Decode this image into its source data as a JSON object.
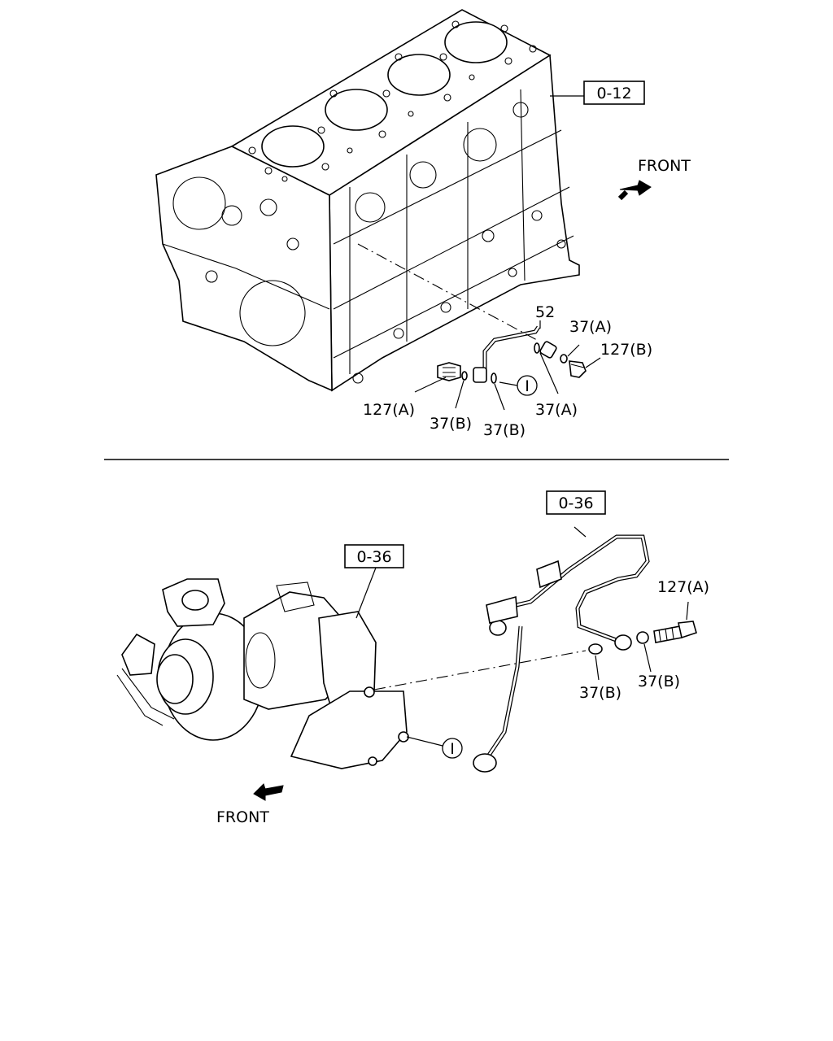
{
  "refs": {
    "top_block": "0-12",
    "bottom_left": "0-36",
    "bottom_right": "0-36"
  },
  "front_labels": {
    "top": "FRONT",
    "bottom": "FRONT"
  },
  "top_callouts": {
    "p52": "52",
    "p37a_upper": "37(A)",
    "p127b": "127(B)",
    "p127a": "127(A)",
    "p37b_left": "37(B)",
    "p37b_mid": "37(B)",
    "p37a_lower": "37(A)",
    "circle": "I"
  },
  "bottom_callouts": {
    "p127a": "127(A)",
    "p37b_left": "37(B)",
    "p37b_right": "37(B)",
    "circle": "I"
  }
}
